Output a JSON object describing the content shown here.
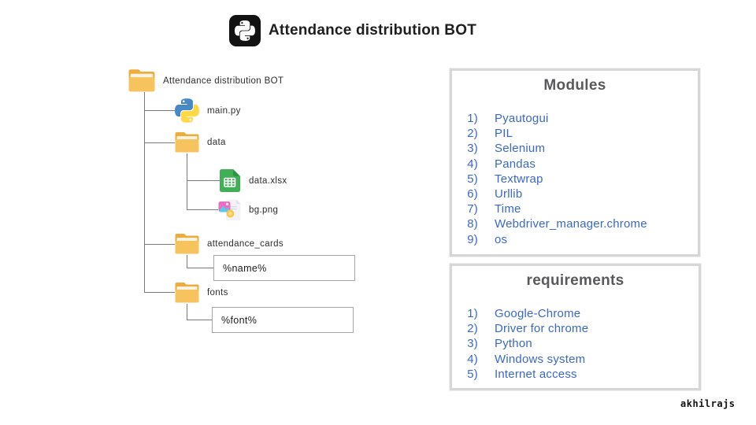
{
  "header": {
    "title": "Attendance distribution BOT",
    "icon": "python-logo-badge"
  },
  "tree": {
    "root": {
      "label": "Attendance distribution BOT",
      "icon": "folder-icon"
    },
    "nodes": {
      "main_py": {
        "label": "main.py",
        "icon": "python-logo-icon"
      },
      "data": {
        "label": "data",
        "icon": "folder-icon"
      },
      "data_xlsx": {
        "label": "data.xlsx",
        "icon": "spreadsheet-icon"
      },
      "bg_png": {
        "label": "bg.png",
        "icon": "image-file-icon"
      },
      "attendance_cards": {
        "label": "attendance_cards",
        "icon": "folder-icon"
      },
      "name_placeholder": {
        "label": "%name%"
      },
      "fonts": {
        "label": "fonts",
        "icon": "folder-icon"
      },
      "font_placeholder": {
        "label": "%font%"
      }
    }
  },
  "panels": {
    "modules": {
      "title": "Modules",
      "items": [
        {
          "num": "1)",
          "label": "Pyautogui"
        },
        {
          "num": "2)",
          "label": "PIL"
        },
        {
          "num": "3)",
          "label": "Selenium"
        },
        {
          "num": "4)",
          "label": "Pandas"
        },
        {
          "num": "5)",
          "label": "Textwrap"
        },
        {
          "num": "6)",
          "label": "Urllib"
        },
        {
          "num": "7)",
          "label": "Time"
        },
        {
          "num": "8)",
          "label": "Webdriver_manager.chrome"
        },
        {
          "num": "9)",
          "label": "os"
        }
      ]
    },
    "requirements": {
      "title": "requirements",
      "items": [
        {
          "num": "1)",
          "label": "Google-Chrome"
        },
        {
          "num": "2)",
          "label": "Driver for chrome"
        },
        {
          "num": "3)",
          "label": "Python"
        },
        {
          "num": "4)",
          "label": "Windows system"
        },
        {
          "num": "5)",
          "label": "Internet access"
        }
      ]
    }
  },
  "watermark": {
    "author": "akhilrajs"
  },
  "colors": {
    "list_text": "#3a68ca",
    "panel_border": "#d6d6d6",
    "panel_title": "#58595b",
    "folder_front": "#f6c35e",
    "folder_back": "#eeac3e",
    "python_blue": "#4788c7",
    "python_yellow": "#ffd945",
    "sheet_green": "#41af55",
    "image_pink": "#ea6ec1",
    "tree_line": "#7a7a7a"
  }
}
